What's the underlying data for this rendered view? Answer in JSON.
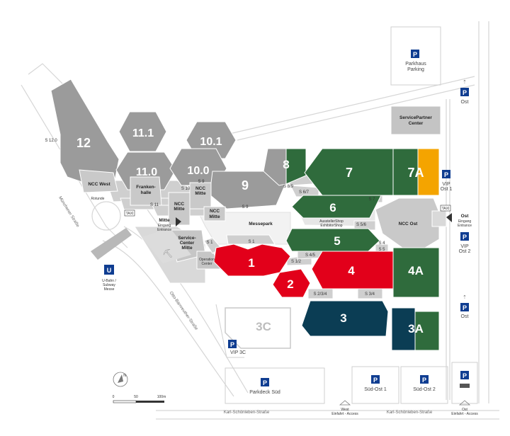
{
  "colors": {
    "hall_gray": "#9b9b9b",
    "hall_green": "#2f6b3c",
    "hall_red": "#e2001a",
    "hall_navy": "#0b3d54",
    "hall_orange": "#f4a400",
    "parking_blue": "#0f3d91",
    "path_gray": "#cfcfcf"
  },
  "halls": {
    "h12": "12",
    "h11_1": "11.1",
    "h11_0": "11.0",
    "h10_1": "10.1",
    "h10_0": "10.0",
    "h9": "9",
    "h8": "8",
    "h7": "7",
    "h7a": "7A",
    "h6": "6",
    "h5": "5",
    "h4": "4",
    "h4a": "4A",
    "h3": "3",
    "h3a": "3A",
    "h3c": "3C",
    "h2": "2",
    "h1": "1"
  },
  "buildings": {
    "frankenhalle_1": "Franken-",
    "frankenhalle_2": "halle",
    "ncc_west": "NCC West",
    "rotunde": "Rotunde",
    "ncc_mitte_a_1": "NCC",
    "ncc_mitte_a_2": "Mitte",
    "ncc_mitte_b_1": "NCC",
    "ncc_mitte_b_2": "Mitte",
    "ncc_mitte_c_1": "NCC",
    "ncc_mitte_c_2": "Mitte",
    "service_center_1": "Service-",
    "service_center_2": "Center",
    "service_center_3": "Mitte",
    "operation_center_1": "Operation",
    "operation_center_2": "Center",
    "ncc_ost": "NCC Ost",
    "servicepartner_1": "ServicePartner",
    "servicepartner_2": "Center",
    "messepark": "Messepark",
    "aussteller_1": "AusstellerShop",
    "aussteller_2": "ExhibitorShop"
  },
  "passages": {
    "s12": "S 12.0",
    "s11": "S 11",
    "s10": "S 10",
    "s9a": "S 9",
    "s9b": "S 9",
    "s8_9": "S 8/9",
    "s6_7": "S 6/7",
    "s7": "S 7",
    "s5_6": "S 5/6",
    "s5": "S 5",
    "s1a": "S 1",
    "s1b": "S 1",
    "s1_2": "S 1/2",
    "s4_5": "S 4/5",
    "s2_3_4": "S 2/3/4",
    "s3_4": "S 3/4",
    "s4": "S 4"
  },
  "entrances": {
    "mitte_title": "Mitte",
    "mitte_sub1": "Eingang",
    "mitte_sub2": "Entrance",
    "ost_title": "Ost",
    "ost_sub1": "Eingang",
    "ost_sub2": "Entrance"
  },
  "parking": {
    "p_symbol": "P",
    "parkhaus_1": "Parkhaus",
    "parkhaus_2": "Parking",
    "ost_top": "Ost",
    "vip_ost1_1": "VIP",
    "vip_ost1_2": "Ost 1",
    "vip_ost2_1": "VIP",
    "vip_ost2_2": "Ost 2",
    "ost_mid": "Ost",
    "vip_3c": "VIP 3C",
    "parkdeck_sued": "Parkdeck Süd",
    "sued_ost1": "Süd-Ost 1",
    "sued_ost2": "Süd-Ost 2"
  },
  "transit": {
    "u_symbol": "U",
    "ubahn_1": "U-Bahn /",
    "ubahn_2": "Subway",
    "ubahn_3": "Messe",
    "taxi": "TAXI"
  },
  "roads": {
    "muenchener": "Münchener Straße",
    "otto_baernreuther": "Otto-Bärnreuther-Straße",
    "karl_1": "Karl-Schönleben-Straße",
    "karl_2": "Karl-Schönleben-Straße"
  },
  "access": {
    "west_1": "West",
    "west_2": "Einfahrt - Access",
    "ost_1": "Ost",
    "ost_2": "Einfahrt - Access"
  },
  "scale": {
    "zero": "0",
    "fifty": "50",
    "hundred": "100m",
    "north": "N"
  }
}
